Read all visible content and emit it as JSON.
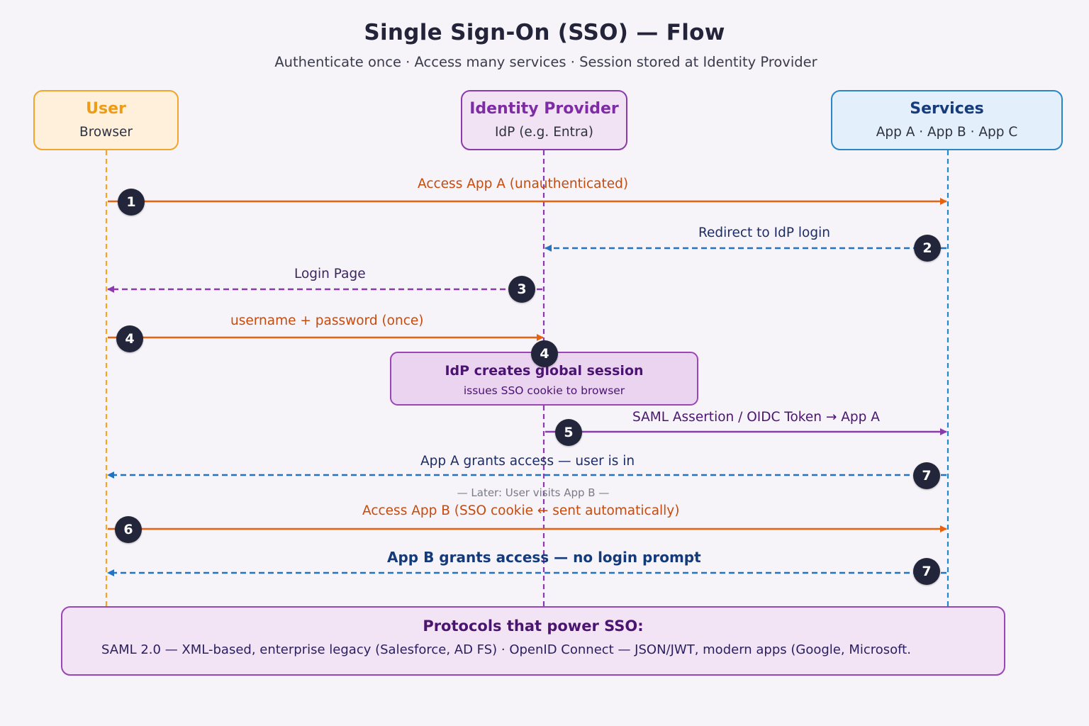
{
  "header": {
    "title": "Single Sign-On (SSO) — Flow",
    "subtitle": "Authenticate once · Access many services · Session stored at Identity Provider"
  },
  "actors": {
    "user": {
      "name": "User",
      "sub": "Browser"
    },
    "idp": {
      "name": "Identity Provider",
      "sub": "IdP (e.g. Entra)"
    },
    "services": {
      "name": "Services",
      "sub": "App A · App B · App C"
    }
  },
  "messages": [
    {
      "step": "1",
      "label": "Access App A (unauthenticated)"
    },
    {
      "step": "2",
      "label": "Redirect to IdP login"
    },
    {
      "step": "3",
      "label": "Login Page"
    },
    {
      "step": "4",
      "label": "username + password (once)"
    },
    {
      "step": "5",
      "label": "SAML Assertion / OIDC Token → App A"
    },
    {
      "step": "7",
      "label": "App A grants access — user is in"
    },
    {
      "step": "6",
      "label": "Access App B (SSO cookie ← sent automatically)"
    },
    {
      "step": "7",
      "label": "App B grants access — no login prompt"
    }
  ],
  "note": {
    "step": "4",
    "title": "IdP creates global session",
    "body": "issues SSO cookie to browser"
  },
  "later_divider": "— Later: User visits App B —",
  "protocols": {
    "title": "Protocols that power SSO:",
    "body": "SAML 2.0 — XML-based, enterprise legacy (Salesforce, AD FS) · OpenID Connect — JSON/JWT, modern apps (Google, Microsoft."
  },
  "colors": {
    "user": "#f0a52c",
    "idp": "#8a3aab",
    "services": "#2a87c6",
    "request_arrow": "#e8610f",
    "response_arrow": "#2373c2",
    "idp_arrow": "#8a3aab"
  }
}
